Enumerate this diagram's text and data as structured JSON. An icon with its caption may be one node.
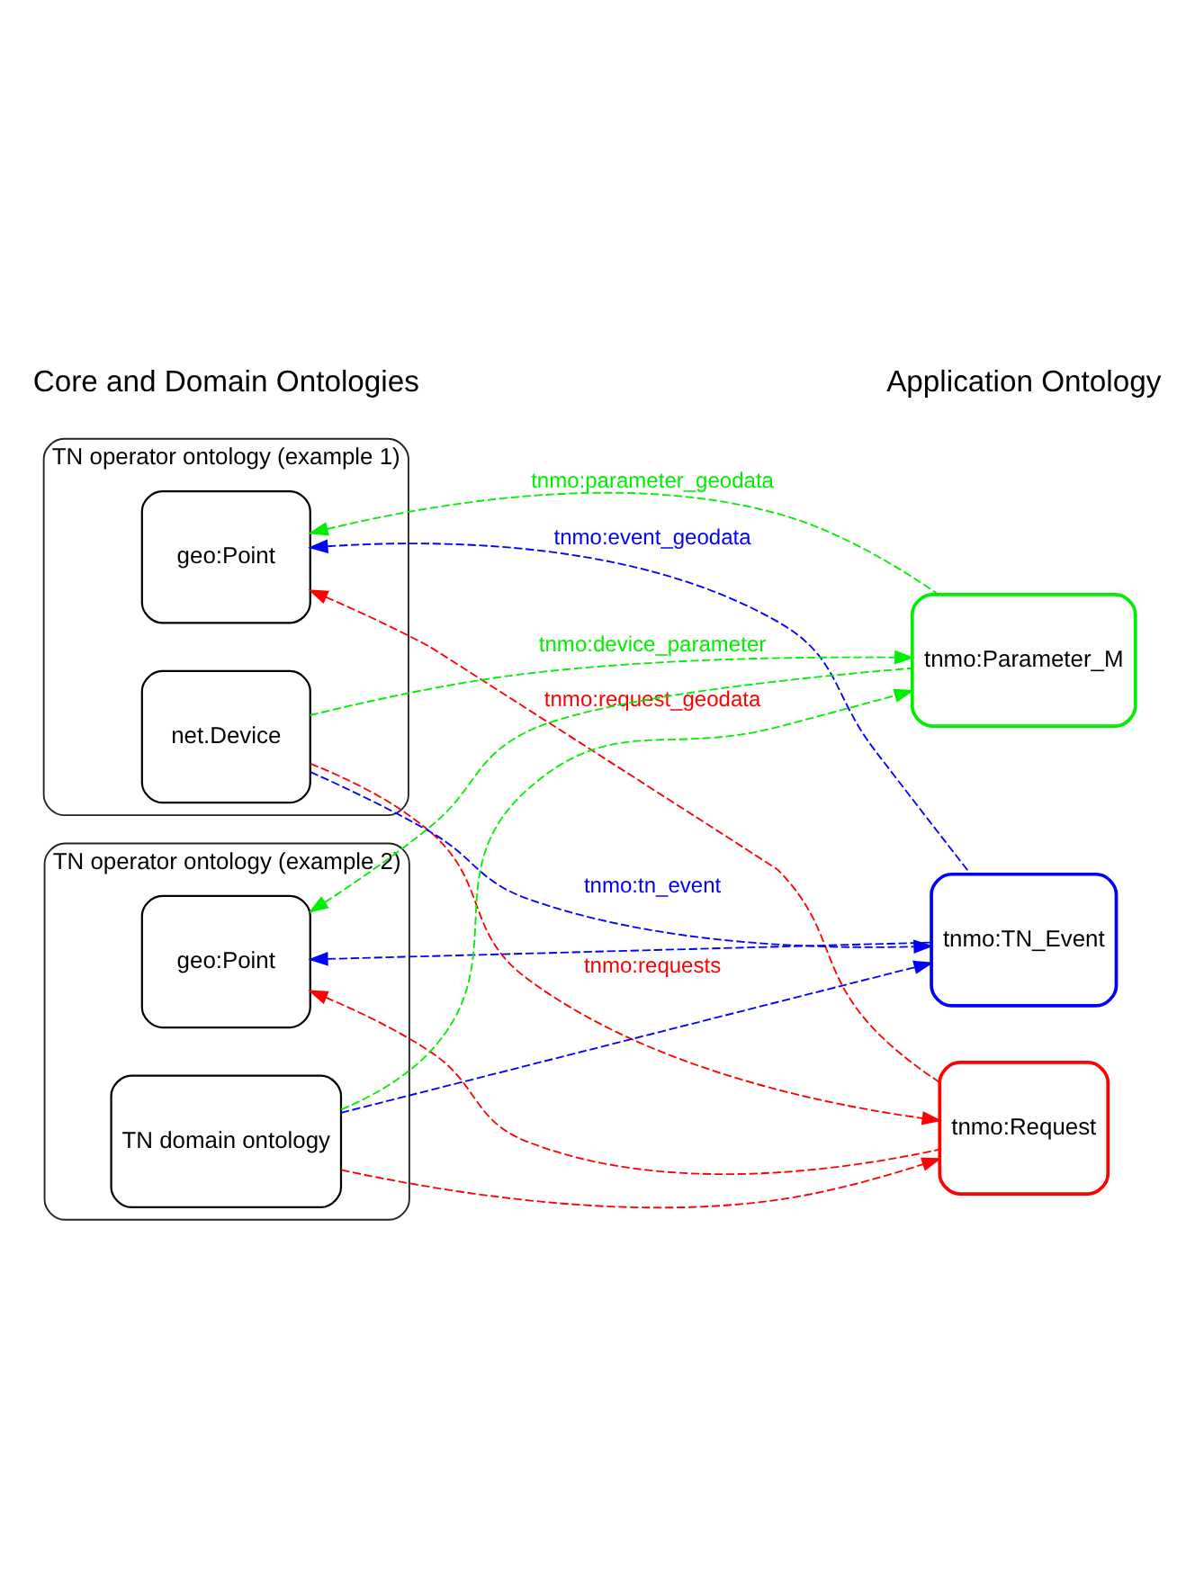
{
  "diagram": {
    "nodes": [
      {
        "text": [
          "TN operator ontology (example 1)"
        ]
      },
      {
        "text": [
          "geo:Point"
        ],
        "in": 0
      },
      {
        "text": [
          "net.Device"
        ],
        "in": 0
      },
      {
        "text": [
          "TN operator ontology (example 2)"
        ]
      },
      {
        "text": [
          "geo:Point"
        ],
        "in": 3
      },
      {
        "text": [
          "TN domain ontology"
        ],
        "in": 3
      },
      {
        "text": [
          "tnmo:Request"
        ]
      },
      {
        "text": [
          "tnmo:TN_Event"
        ]
      },
      {
        "text": [
          "tnmo:Parameter_M"
        ]
      }
    ],
    "edges": [
      {
        "from": 7,
        "to": 1,
        "arrow": "to",
        "style": "dashed",
        "color": "#0000ff",
        "label": "tnmo:event_geodata"
      },
      {
        "from": 7,
        "to": 4,
        "arrow": "to",
        "style": "dashed",
        "color": "#0000ff"
      },
      {
        "from": 8,
        "to": 1,
        "arrow": "to",
        "style": "dashed",
        "color": "#00ee00",
        "label": "tnmo:parameter_geodata"
      },
      {
        "from": 8,
        "to": 4,
        "arrow": "to",
        "style": "dashed",
        "color": "#00ee00"
      },
      {
        "from": 6,
        "to": 1,
        "arrow": "to",
        "style": "dashed",
        "color": "#ff0000",
        "label": "tnmo:request_geodata"
      },
      {
        "from": 6,
        "to": 4,
        "arrow": "to",
        "style": "dashed",
        "color": "#ff0000"
      },
      {
        "from": 2,
        "to": 6,
        "arrow": "to",
        "style": "dashed",
        "color": "#ff0000",
        "label": "tnmo:requests"
      },
      {
        "from": 5,
        "to": 6,
        "arrow": "to",
        "style": "dashed",
        "color": "#ff0000"
      },
      {
        "from": 2,
        "to": 7,
        "arrow": "to",
        "style": "dashed",
        "color": "#0000ff",
        "label": "tnmo:tn_event"
      },
      {
        "from": 5,
        "to": 7,
        "arrow": "to",
        "style": "dashed",
        "color": "#0000ff"
      },
      {
        "from": 2,
        "to": 8,
        "arrow": "to",
        "style": "dashed",
        "color": "#00ee00",
        "label": "tnmo:device_parameter"
      },
      {
        "from": 5,
        "to": 8,
        "arrow": "to",
        "style": "dashed",
        "color": "#00ee00"
      }
    ],
    "labels": [
      "Core and Domain Ontologies",
      "Application Ontology"
    ]
  }
}
